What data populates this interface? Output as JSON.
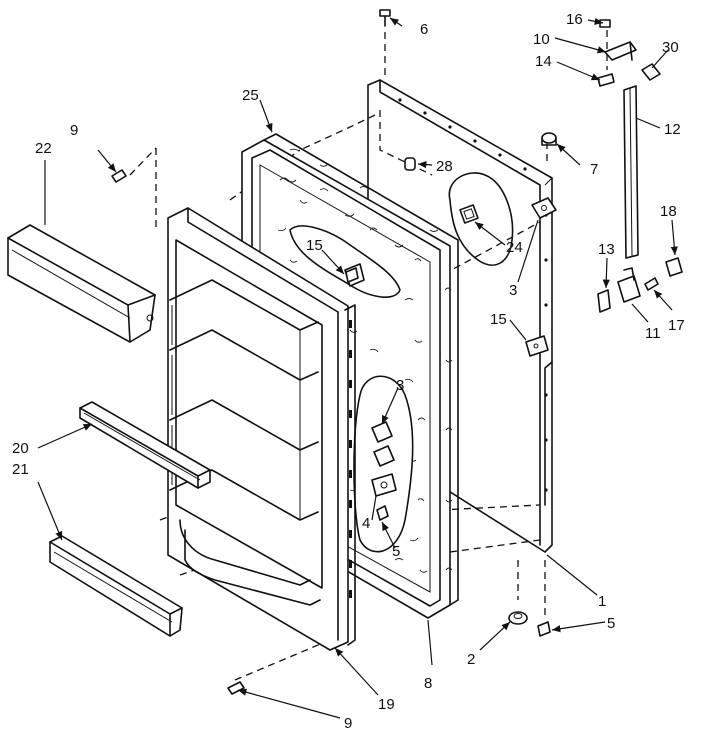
{
  "callouts": {
    "c1": "1",
    "c2": "2",
    "c3a": "3",
    "c3b": "3",
    "c4": "4",
    "c5a": "5",
    "c5b": "5",
    "c6": "6",
    "c7": "7",
    "c8": "8",
    "c9a": "9",
    "c9b": "9",
    "c10": "10",
    "c11": "11",
    "c12": "12",
    "c13": "13",
    "c14": "14",
    "c15a": "15",
    "c15b": "15",
    "c16": "16",
    "c17": "17",
    "c18": "18",
    "c19": "19",
    "c20": "20",
    "c21": "21",
    "c22": "22",
    "c24": "24",
    "c25": "25",
    "c28": "28",
    "c30": "30"
  }
}
